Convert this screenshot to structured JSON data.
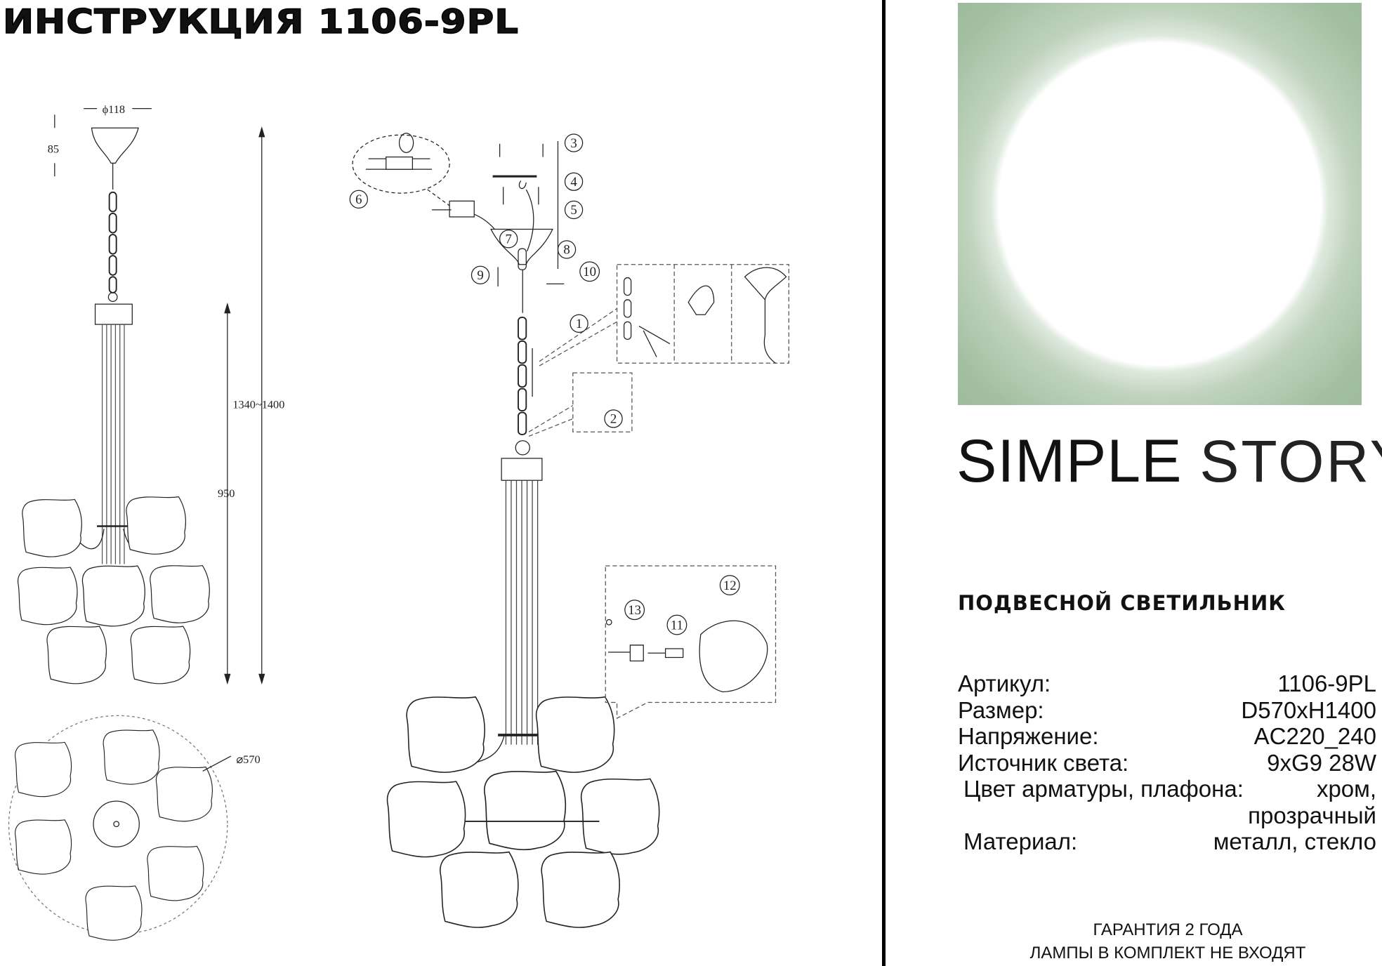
{
  "header": {
    "title": "ИНСТРУКЦИЯ 1106-9PL"
  },
  "dimensions": {
    "canopy_diameter": "ϕ118",
    "canopy_height": "85",
    "total_height": "1340~1400",
    "body_height": "950",
    "diameter": "⌀570"
  },
  "steps": [
    "1",
    "2",
    "3",
    "4",
    "5",
    "6",
    "7",
    "8",
    "9",
    "10",
    "11",
    "12",
    "13"
  ],
  "brand": {
    "word1": "SIMPLE",
    "word2": "STORY",
    "hero_color": "#9cbb9b"
  },
  "product_type": "ПОДВЕСНОЙ СВЕТИЛЬНИК",
  "specs": [
    {
      "label": "Артикул:",
      "value": "1106-9PL"
    },
    {
      "label": "Размер:",
      "value": "D570xH1400"
    },
    {
      "label": "Напряжение:",
      "value": "AC220_240"
    },
    {
      "label": "Источник света:",
      "value": "9xG9 28W"
    },
    {
      "label": "Цвет арматуры, плафона:",
      "value": "хром,",
      "value_cont": "прозрачный"
    },
    {
      "label": "Материал:",
      "value": "металл, стекло"
    }
  ],
  "footer": {
    "warranty": "ГАРАНТИЯ 2 ГОДА",
    "note": "ЛАМПЫ В КОМПЛЕКТ НЕ ВХОДЯТ"
  }
}
